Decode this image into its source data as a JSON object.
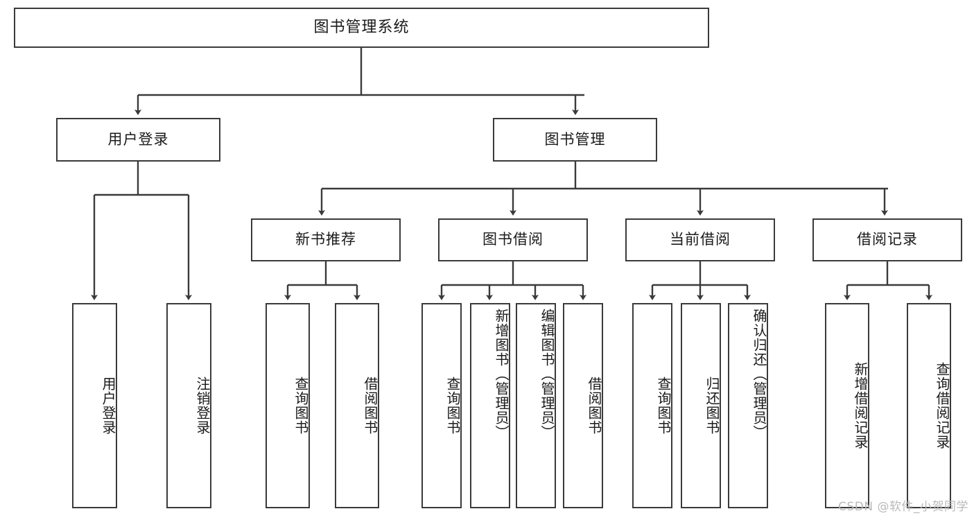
{
  "diagram": {
    "title": "图书管理系统",
    "type": "tree-hierarchy",
    "watermark": "CSDN @软件_小贺同学",
    "colors": {
      "background": "#ffffff",
      "box_border": "#3a3a3a",
      "box_fill": "#ffffff",
      "text": "#1a1a1a",
      "edge": "#3a3a3a",
      "watermark": "#b9b9b9"
    }
  },
  "nodes": {
    "root": {
      "label": "图书管理系统"
    },
    "level2": [
      {
        "id": "user-login",
        "label": "用户登录"
      },
      {
        "id": "book-manage",
        "label": "图书管理"
      }
    ],
    "level3": [
      {
        "id": "new-book-recommend",
        "label": "新书推荐"
      },
      {
        "id": "book-borrow",
        "label": "图书借阅"
      },
      {
        "id": "current-borrow",
        "label": "当前借阅"
      },
      {
        "id": "borrow-record",
        "label": "借阅记录"
      }
    ],
    "leaves": {
      "user-login": [
        {
          "id": "leaf-user-login",
          "label": "用户登录"
        },
        {
          "id": "leaf-logout-login",
          "label": "注销登录"
        }
      ],
      "new-book-recommend": [
        {
          "id": "leaf-query-book-1",
          "label": "查询图书"
        },
        {
          "id": "leaf-borrow-book-1",
          "label": "借阅图书"
        }
      ],
      "book-borrow": [
        {
          "id": "leaf-query-book-2",
          "label": "查询图书"
        },
        {
          "id": "leaf-add-book",
          "label": "新增图书（管理员）"
        },
        {
          "id": "leaf-edit-book",
          "label": "编辑图书（管理员）"
        },
        {
          "id": "leaf-borrow-book-2",
          "label": "借阅图书"
        }
      ],
      "current-borrow": [
        {
          "id": "leaf-query-book-3",
          "label": "查询图书"
        },
        {
          "id": "leaf-return-book",
          "label": "归还图书"
        },
        {
          "id": "leaf-confirm-return",
          "label": "确认归还（管理员）"
        }
      ],
      "borrow-record": [
        {
          "id": "leaf-add-record",
          "label": "新增借阅记录"
        },
        {
          "id": "leaf-query-record",
          "label": "查询借阅记录"
        }
      ]
    }
  }
}
